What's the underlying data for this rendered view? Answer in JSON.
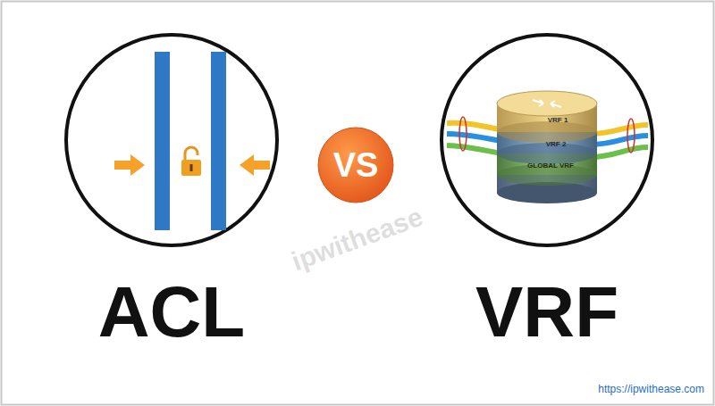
{
  "diagram": {
    "nodes": [
      {
        "text": [
          "VS"
        ]
      }
    ],
    "labels": [
      "ACL",
      "VRF",
      "VRF 1",
      "VRF 2",
      "GLOBAL VRF",
      "ipwithease",
      "https://ipwithease.com"
    ]
  }
}
